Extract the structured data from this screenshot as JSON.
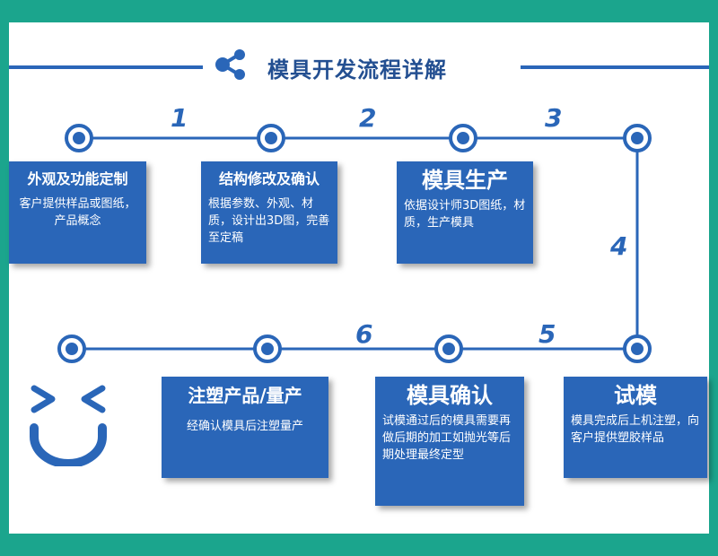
{
  "header": {
    "title": "模具开发流程详解",
    "icon": "share-icon",
    "accent_color": "#2a66b8"
  },
  "step_numbers": [
    "1",
    "2",
    "3",
    "4",
    "5",
    "6"
  ],
  "steps": [
    {
      "title": "外观及功能定制",
      "desc": "客户提供样品或图纸，产品概念"
    },
    {
      "title": "结构修改及确认",
      "desc": "根据参数、外观、材质，设计出3D图，完善至定稿"
    },
    {
      "title": "模具生产",
      "desc": "依据设计师3D图纸，材质，生产模具"
    },
    {
      "title": "试模",
      "desc": "模具完成后上机注塑，向客户提供塑胶样品"
    },
    {
      "title": "模具确认",
      "desc": "试模通过后的模具需要再做后期的加工如抛光等后期处理最终定型"
    },
    {
      "title": "注塑产品/量产",
      "desc": "经确认模具后注塑量产"
    }
  ],
  "decoration": {
    "icon": "smiley-face-icon"
  },
  "colors": {
    "background": "#1ba58d",
    "box": "#2a66b8",
    "text_on_box": "#ffffff"
  }
}
